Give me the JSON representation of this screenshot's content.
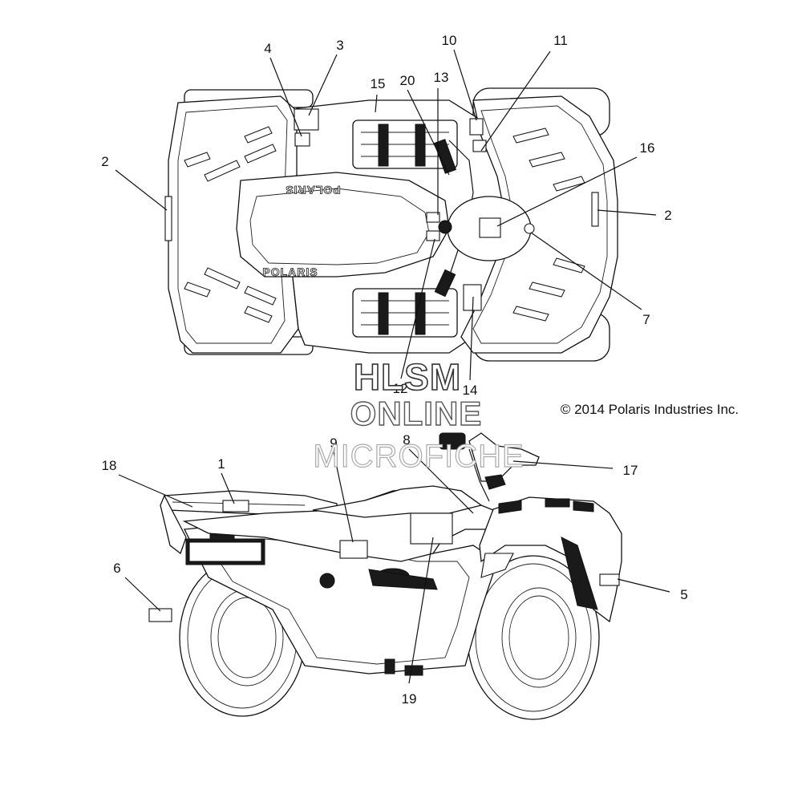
{
  "diagram": {
    "watermark": [
      "HLSM",
      "ONLINE",
      "MICROFICHE"
    ],
    "copyright": "© 2014 Polaris Industries Inc.",
    "brand_top": "POLARIS",
    "brand_bottom": "POLARIS",
    "callouts": [
      {
        "id": "c-4",
        "label": "4"
      },
      {
        "id": "c-3",
        "label": "3"
      },
      {
        "id": "c-15",
        "label": "15"
      },
      {
        "id": "c-20",
        "label": "20"
      },
      {
        "id": "c-13",
        "label": "13"
      },
      {
        "id": "c-10",
        "label": "10"
      },
      {
        "id": "c-11",
        "label": "11"
      },
      {
        "id": "c-16",
        "label": "16"
      },
      {
        "id": "c-2-left",
        "label": "2"
      },
      {
        "id": "c-2-right",
        "label": "2"
      },
      {
        "id": "c-7",
        "label": "7"
      },
      {
        "id": "c-12",
        "label": "12"
      },
      {
        "id": "c-14",
        "label": "14"
      },
      {
        "id": "c-9",
        "label": "9"
      },
      {
        "id": "c-8",
        "label": "8"
      },
      {
        "id": "c-17",
        "label": "17"
      },
      {
        "id": "c-18",
        "label": "18"
      },
      {
        "id": "c-1",
        "label": "1"
      },
      {
        "id": "c-6",
        "label": "6"
      },
      {
        "id": "c-5",
        "label": "5"
      },
      {
        "id": "c-19",
        "label": "19"
      }
    ]
  }
}
